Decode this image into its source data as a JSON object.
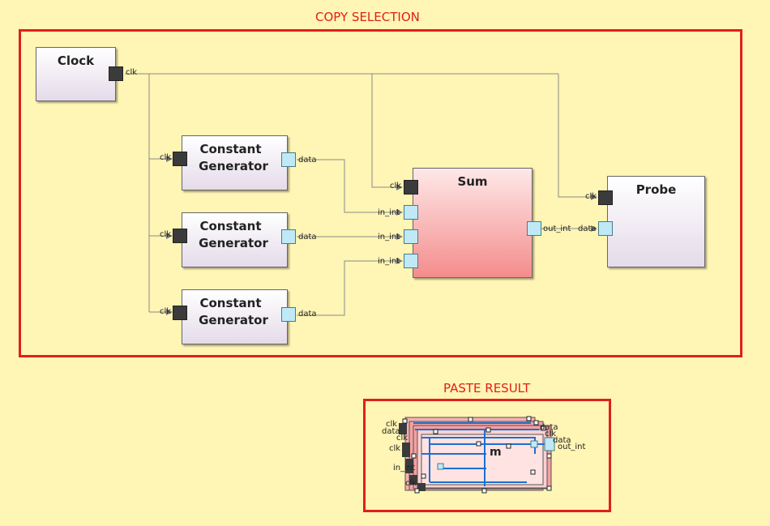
{
  "copy_section": {
    "title": "COPY SELECTION"
  },
  "paste_section": {
    "title": "PASTE RESULT"
  },
  "blocks": {
    "clock": {
      "title": "Clock",
      "out_port": "clk"
    },
    "const1": {
      "title_line1": "Constant",
      "title_line2": "Generator",
      "in_port": "clk",
      "out_port": "data"
    },
    "const2": {
      "title_line1": "Constant",
      "title_line2": "Generator",
      "in_port": "clk",
      "out_port": "data"
    },
    "const3": {
      "title_line1": "Constant",
      "title_line2": "Generator",
      "in_port": "clk",
      "out_port": "data"
    },
    "sum": {
      "title": "Sum",
      "clk_port": "clk",
      "in1": "in_int",
      "in2": "in_int",
      "in3": "in_int",
      "out_port": "out_int"
    },
    "probe": {
      "title": "Probe",
      "clk_port": "clk",
      "data_port": "data"
    }
  },
  "paste_labels": {
    "clk1": "clk",
    "data1": "data",
    "clk2": "clk",
    "clk3": "clk",
    "in_int": "in_int",
    "clk4": "clk",
    "data_r1": "data",
    "clk_r1": "clk",
    "data_r2": "data",
    "out_int": "out_int",
    "sum_frag": "m"
  },
  "colors": {
    "background": "#fff5b4",
    "frame": "#e0201a",
    "block_gradient_bottom": "#e5dbea",
    "sum_gradient_bottom": "#f48c8c",
    "port_dark": "#3b3b3b",
    "port_light": "#bfe9f6",
    "selection_blue": "#1f6fd0"
  }
}
